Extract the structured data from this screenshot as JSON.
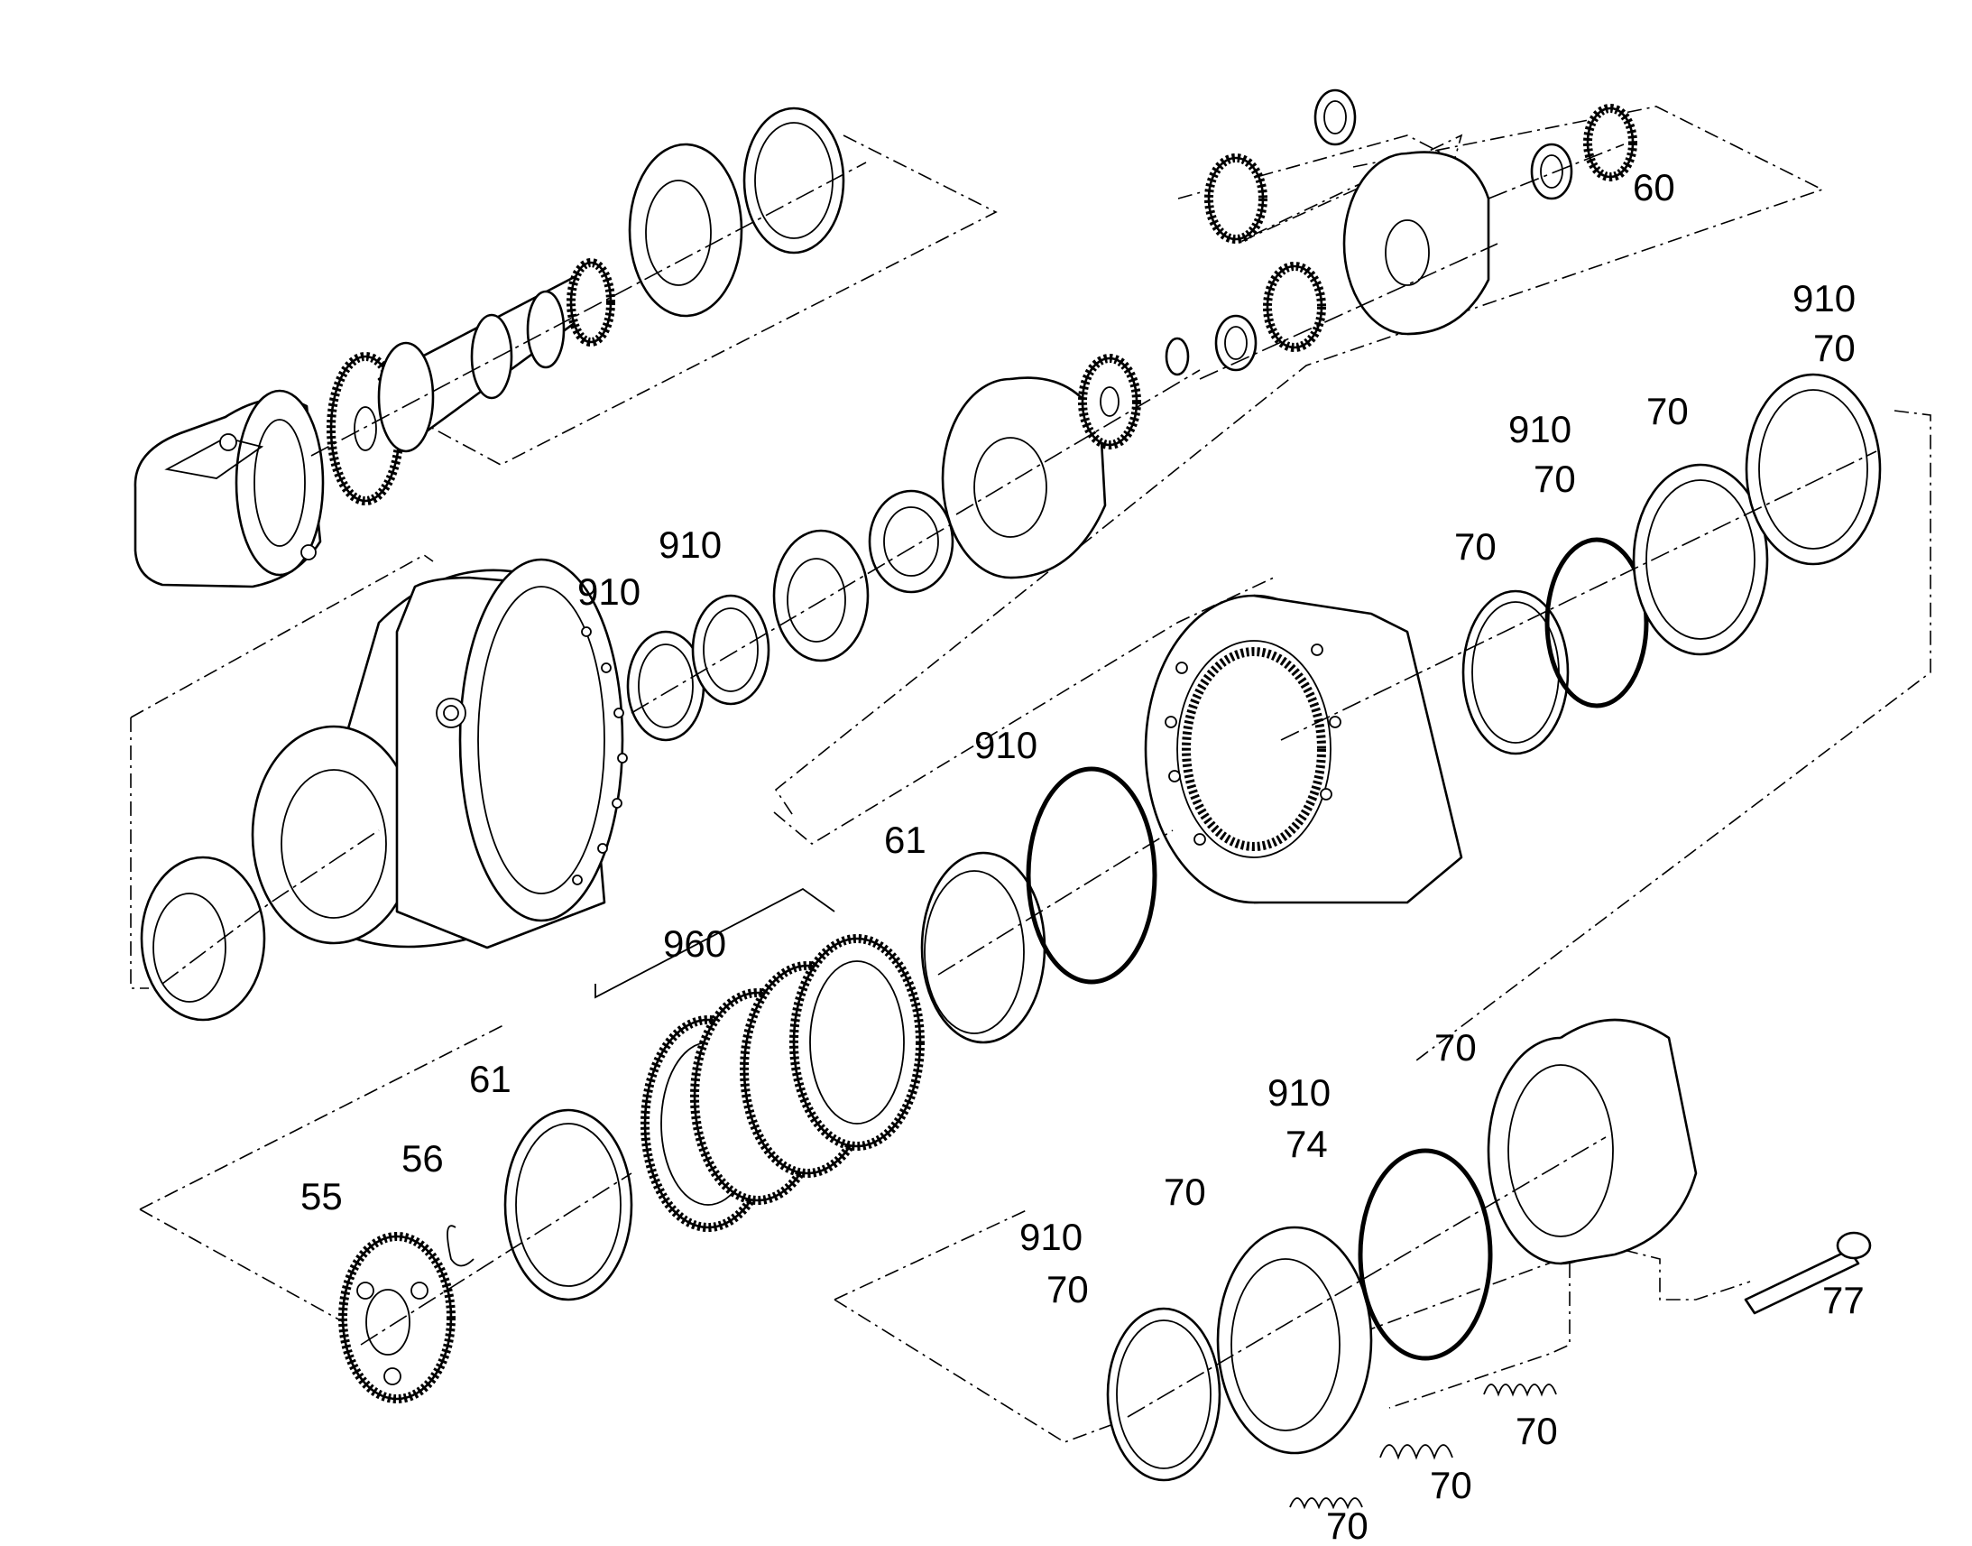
{
  "labels": [
    {
      "id": "lbl-60",
      "text": "60"
    },
    {
      "id": "lbl-910-a",
      "text": "910"
    },
    {
      "id": "lbl-70-a",
      "text": "70"
    },
    {
      "id": "lbl-910-b",
      "text": "910"
    },
    {
      "id": "lbl-70-b",
      "text": "70"
    },
    {
      "id": "lbl-70-c",
      "text": "70"
    },
    {
      "id": "lbl-70-d",
      "text": "70"
    },
    {
      "id": "lbl-910-c",
      "text": "910"
    },
    {
      "id": "lbl-910-d",
      "text": "910"
    },
    {
      "id": "lbl-910-e",
      "text": "910"
    },
    {
      "id": "lbl-61-a",
      "text": "61"
    },
    {
      "id": "lbl-960",
      "text": "960"
    },
    {
      "id": "lbl-61-b",
      "text": "61"
    },
    {
      "id": "lbl-56",
      "text": "56"
    },
    {
      "id": "lbl-55",
      "text": "55"
    },
    {
      "id": "lbl-70-e",
      "text": "70"
    },
    {
      "id": "lbl-910-f",
      "text": "910"
    },
    {
      "id": "lbl-74",
      "text": "74"
    },
    {
      "id": "lbl-70-f",
      "text": "70"
    },
    {
      "id": "lbl-910-g",
      "text": "910"
    },
    {
      "id": "lbl-70-g",
      "text": "70"
    },
    {
      "id": "lbl-77",
      "text": "77"
    },
    {
      "id": "lbl-70-h",
      "text": "70"
    },
    {
      "id": "lbl-70-i",
      "text": "70"
    },
    {
      "id": "lbl-70-j",
      "text": "70"
    }
  ]
}
